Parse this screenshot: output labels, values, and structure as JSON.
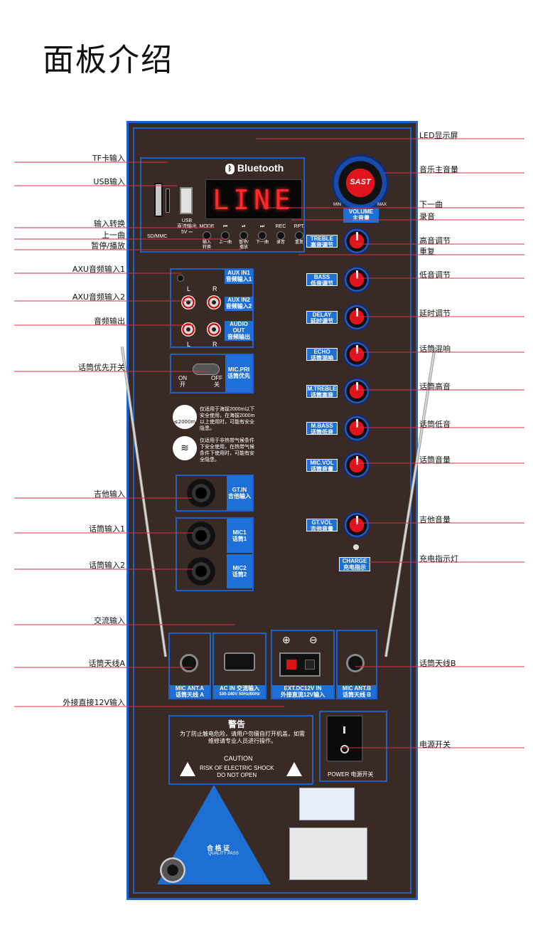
{
  "page_title": "面板介绍",
  "panel": {
    "bluetooth_label": "Bluetooth",
    "led_text": "LINE",
    "sd_label": "SD/MMC",
    "usb_label": "USB\n直流输出\n5V ⎓",
    "player_buttons": [
      {
        "code": "MODE",
        "name": "输入\n转换"
      },
      {
        "code": "⏮",
        "name": "上一曲"
      },
      {
        "code": "⏯",
        "name": "暂停/\n播放"
      },
      {
        "code": "⏭",
        "name": "下一曲"
      },
      {
        "code": "REC",
        "name": "录音"
      },
      {
        "code": "RPT.",
        "name": "重复"
      }
    ],
    "volume_label": "VOLUME",
    "volume_cn": "主音量",
    "min_label": "MIN",
    "max_label": "MAX",
    "brand": "SAST",
    "aux_in1": "AUX IN1",
    "aux_in1_cn": "音频输入1",
    "aux_in2": "AUX IN2",
    "aux_in2_cn": "音频输入2",
    "audio_out": "AUDIO\nOUT",
    "audio_out_cn": "音频输出",
    "l": "L",
    "r": "R",
    "mic_pri": "MIC.PRI",
    "mic_pri_cn": "话筒优先",
    "on": "ON\n开",
    "off": "OFF\n关",
    "altitude_note": "仅适用于海拔2000m以下安全使用，在海拔2000m以上使用时，可能有安全隐患。",
    "altitude_icon": "≤2000m",
    "climate_note": "仅适用于非热带气候条件下安全使用，在热带气候条件下使用时，可能有安全隐患。",
    "gt_in": "GT.IN",
    "gt_in_cn": "吉他输入",
    "mic1": "MIC1",
    "mic1_cn": "话筒1",
    "mic2": "MIC2",
    "mic2_cn": "话筒2",
    "knobs": [
      {
        "code": "TREBLE",
        "cn": "高音调节"
      },
      {
        "code": "BASS",
        "cn": "低音调节"
      },
      {
        "code": "DELAY",
        "cn": "延时调节"
      },
      {
        "code": "ECHO",
        "cn": "话筒混响"
      },
      {
        "code": "M.TREBLE",
        "cn": "话筒高音"
      },
      {
        "code": "M.BASS",
        "cn": "话筒低音"
      },
      {
        "code": "MIC.VOL",
        "cn": "话筒音量"
      },
      {
        "code": "GT.VOL",
        "cn": "吉他音量"
      }
    ],
    "charge": "CHARGE",
    "charge_cn": "充电指示",
    "mic_ant_a": "MIC ANT.A",
    "mic_ant_a_cn": "话筒天线 A",
    "ac_in": "AC IN 交流输入",
    "ac_in_spec": "100-240V  50Hz/60Hz",
    "ext_dc": "EXT.DC12V IN",
    "ext_dc_cn": "外接直流12V输入",
    "mic_ant_b": "MIC ANT.B",
    "mic_ant_b_cn": "话筒天线 B",
    "plus": "⊕",
    "minus": "⊖",
    "warning_title": "警告",
    "warning_text": "为了防止触电危险，请用户勿擅自打开机盖，如需维修请专业人员进行操作。",
    "caution": "CAUTION",
    "caution_text": "RISK OF ELECTRIC SHOCK\nDO NOT OPEN",
    "power_label": "POWER",
    "power_cn": "电源开关",
    "qc_title": "合 格 证",
    "qc_sub": "QUALITY PASS"
  },
  "annotations_left": [
    "TF卡输入",
    "USB输入",
    "输入转换",
    "上一曲",
    "暂停/播放",
    "AXU音频输入1",
    "AXU音频输入2",
    "音频输出",
    "话筒优先开关",
    "吉他输入",
    "话筒输入1",
    "话筒输入2",
    "交流输入",
    "话筒天线A",
    "外接直接12V输入"
  ],
  "annotations_right": [
    "LED显示屏",
    "音乐主音量",
    "下一曲",
    "录音",
    "高音调节",
    "重复",
    "低音调节",
    "延时调节",
    "话筒混响",
    "话筒高音",
    "话筒低音",
    "话筒音量",
    "吉他音量",
    "充电指示灯",
    "话筒天线B",
    "电源开关"
  ],
  "colors": {
    "panel": "#3a2a25",
    "accent_blue": "#1e62c8",
    "knob_red": "#e0141c",
    "leader_line": "#d8324a",
    "led_red": "#ff2a2a"
  }
}
